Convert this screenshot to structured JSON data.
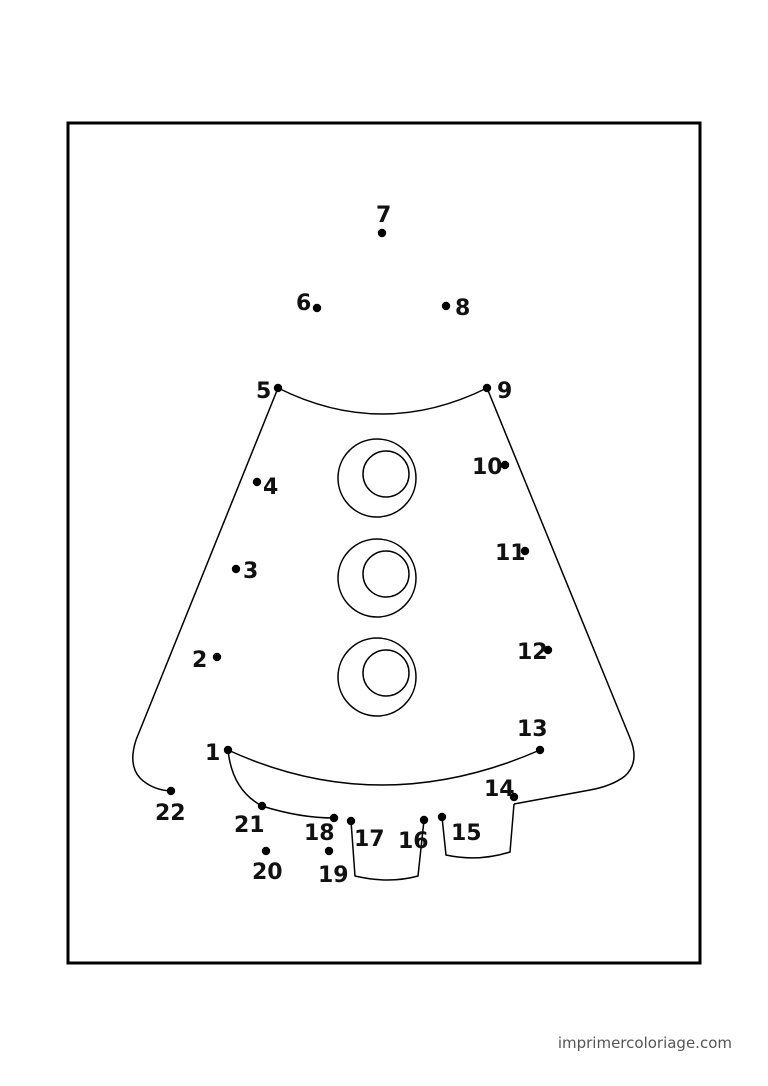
{
  "worksheet": {
    "dots": [
      {
        "label": "1"
      },
      {
        "label": "2"
      },
      {
        "label": "3"
      },
      {
        "label": "4"
      },
      {
        "label": "5"
      },
      {
        "label": "6"
      },
      {
        "label": "7"
      },
      {
        "label": "8"
      },
      {
        "label": "9"
      },
      {
        "label": "10"
      },
      {
        "label": "11"
      },
      {
        "label": "12"
      },
      {
        "label": "13"
      },
      {
        "label": "14"
      },
      {
        "label": "15"
      },
      {
        "label": "16"
      },
      {
        "label": "17"
      },
      {
        "label": "18"
      },
      {
        "label": "19"
      },
      {
        "label": "20"
      },
      {
        "label": "21"
      },
      {
        "label": "22"
      }
    ],
    "portholes": 3
  },
  "footer": {
    "watermark": "imprimercoloriage.com"
  }
}
